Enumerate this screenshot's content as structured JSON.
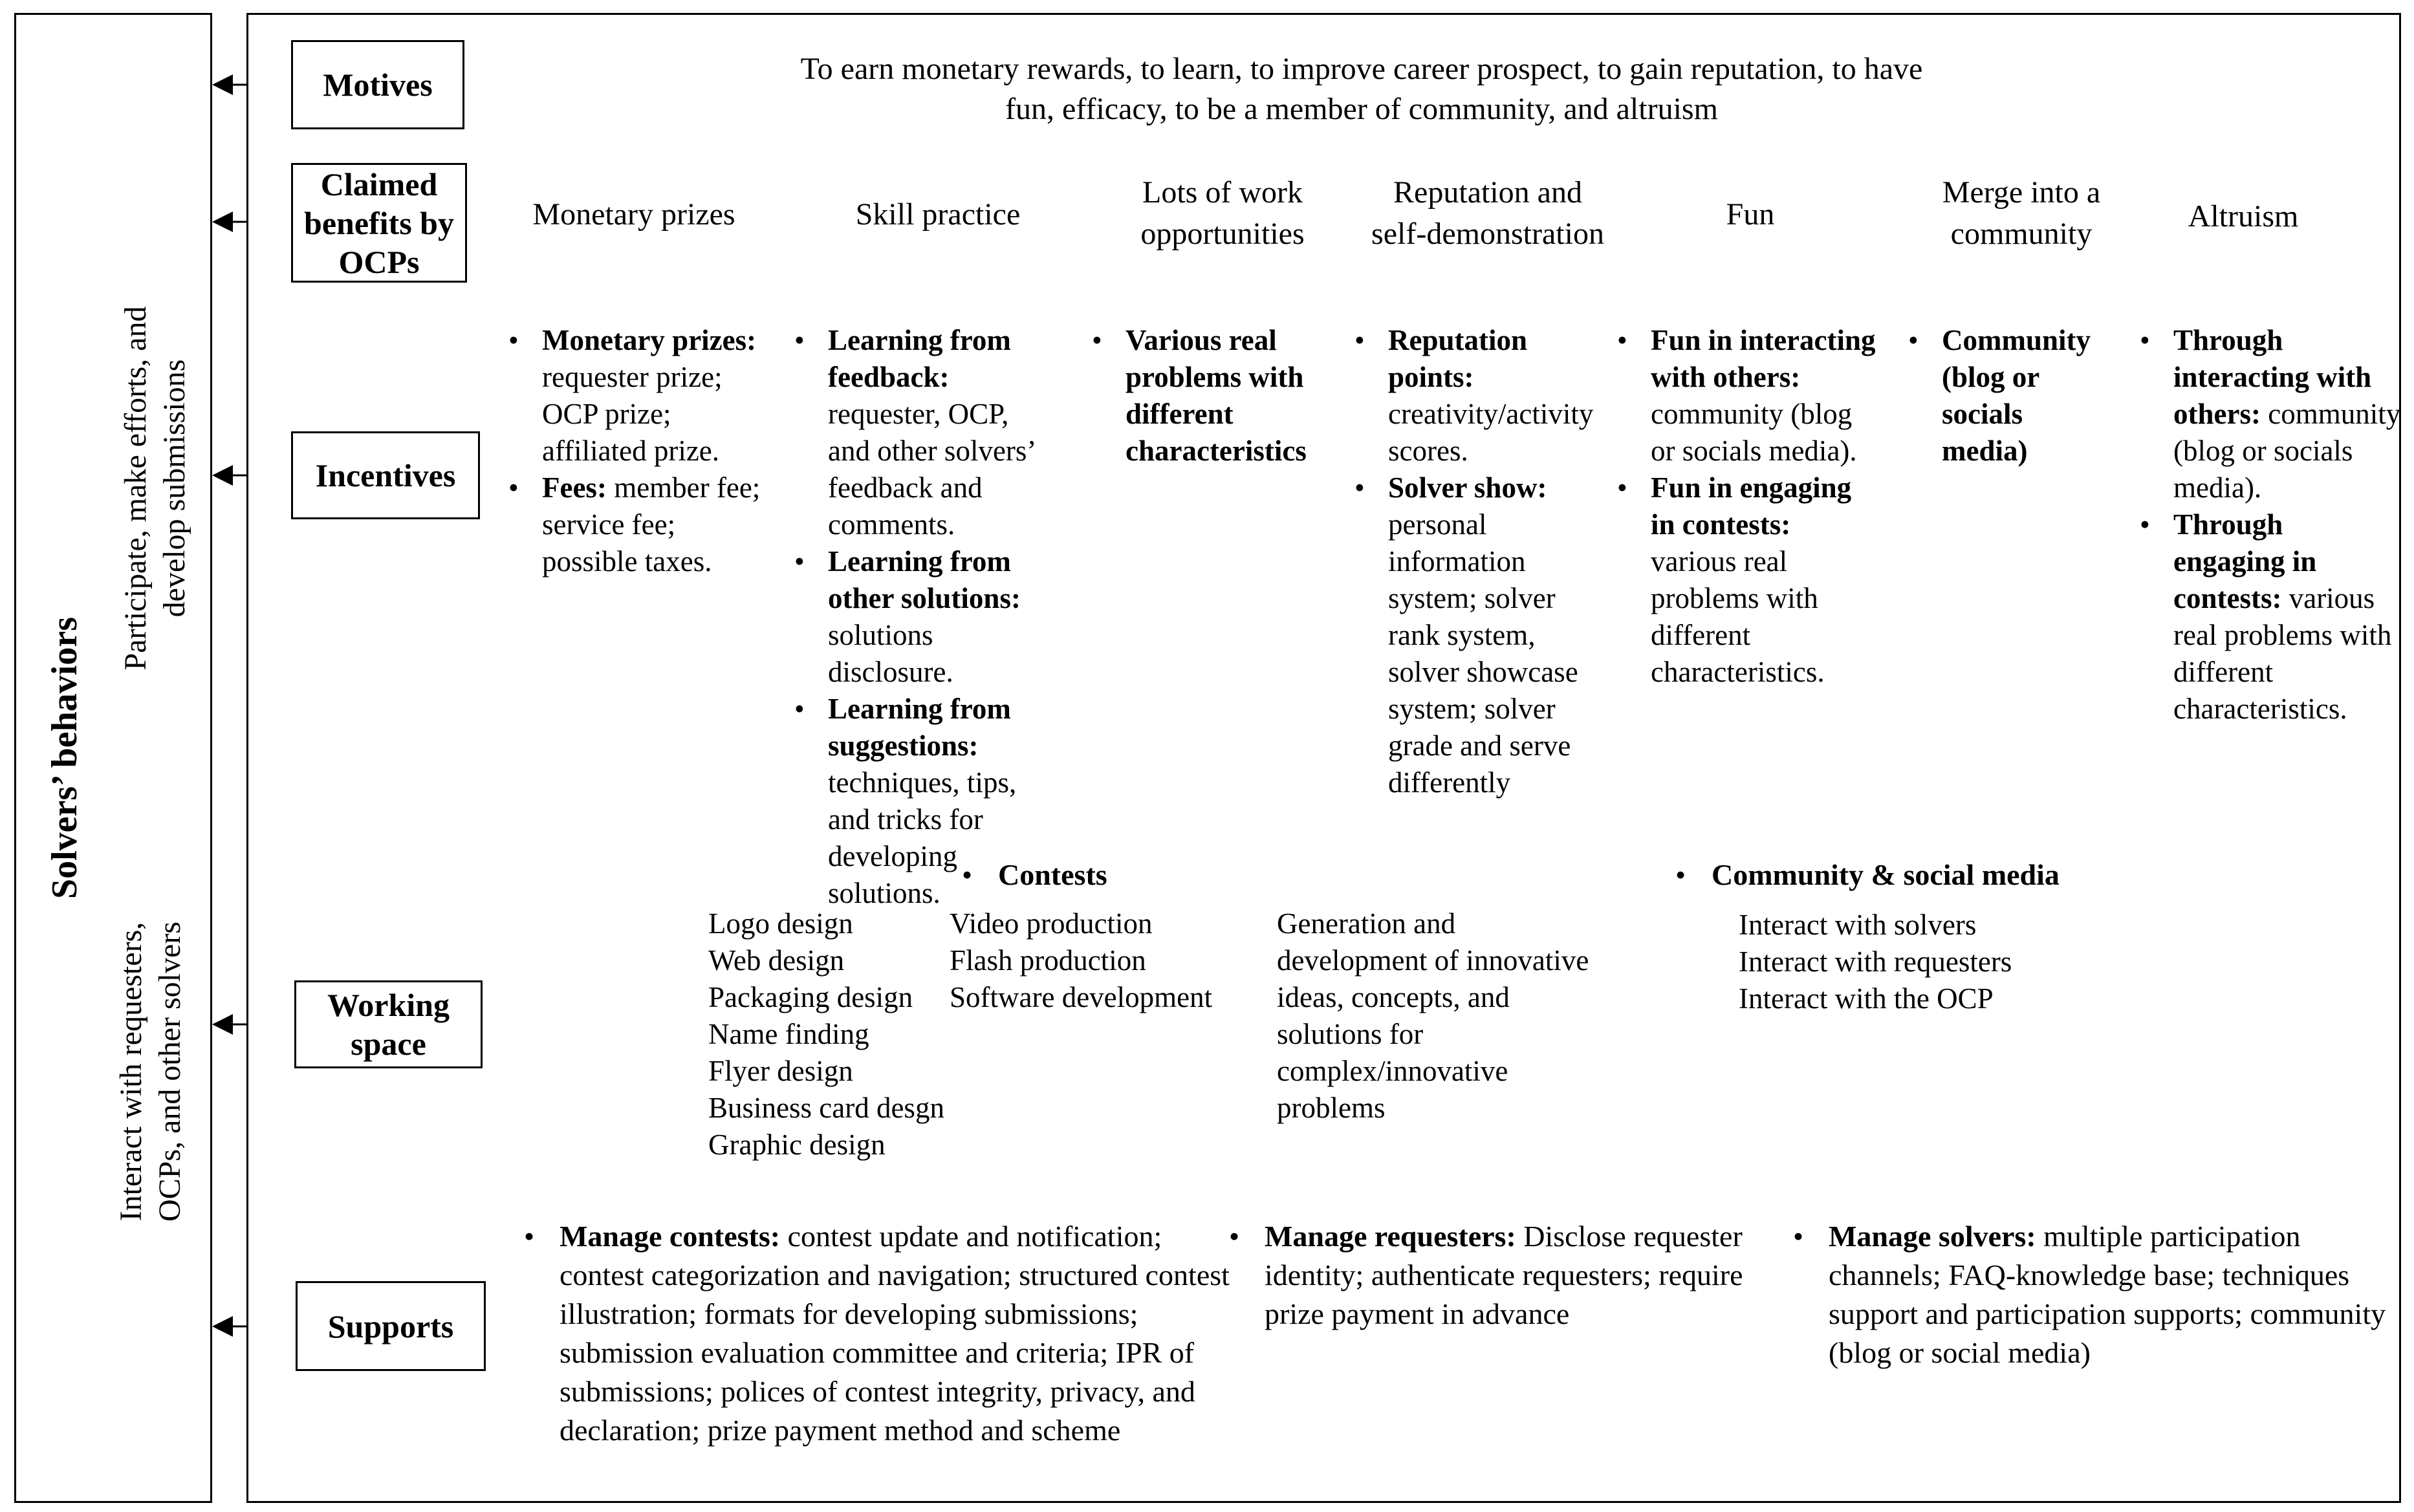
{
  "sidebar": {
    "title": "Solvers’ behaviors",
    "top_label": "Participate, make efforts, and\ndevelop submissions",
    "bottom_label": "Interact with requesters,\nOCPs, and other solvers"
  },
  "rows": {
    "motives": {
      "label": "Motives",
      "text": "To earn monetary rewards, to learn, to improve career prospect, to gain reputation, to have\nfun, efficacy, to be a member of community, and altruism"
    },
    "benefits": {
      "label": "Claimed\nbenefits by\nOCPs",
      "items": [
        "Monetary prizes",
        "Skill practice",
        "Lots of work\nopportunities",
        "Reputation and\nself-demonstration",
        "Fun",
        "Merge into a\ncommunity",
        "Altruism"
      ]
    },
    "incentives": {
      "label": "Incentives",
      "columns": [
        [
          {
            "head": "Monetary prizes:",
            "rest": " requester prize; OCP prize; affiliated prize."
          },
          {
            "head": "Fees:",
            "rest": " member fee; service fee; possible taxes."
          }
        ],
        [
          {
            "head": "Learning from feedback:",
            "rest": " requester, OCP, and other solvers’ feedback and comments."
          },
          {
            "head": "Learning from other solutions:",
            "rest": " solutions disclosure."
          },
          {
            "head": "Learning from suggestions:",
            "rest": " techniques, tips, and tricks for developing solutions."
          }
        ],
        [
          {
            "head": "Various real problems with different characteristics",
            "rest": ""
          }
        ],
        [
          {
            "head": "Reputation points:",
            "rest": " creativity/activity scores."
          },
          {
            "head": "Solver show:",
            "rest": " personal information system; solver rank system, solver showcase system; solver grade and serve differently"
          }
        ],
        [
          {
            "head": "Fun in interacting with others:",
            "rest": " community (blog or socials media)."
          },
          {
            "head": "Fun in engaging in contests:",
            "rest": " various real problems with different characteristics."
          }
        ],
        [
          {
            "head": "Community (blog or socials media)",
            "rest": ""
          }
        ],
        [
          {
            "head": "Through interacting with others:",
            "rest": " community (blog or socials media)."
          },
          {
            "head": "Through engaging in contests:",
            "rest": " various real problems with different characteristics."
          }
        ]
      ]
    },
    "working_space": {
      "label": "Working\nspace",
      "contests_heading": "Contests",
      "community_heading": "Community & social media",
      "contest_types": [
        "Logo design",
        "Web design",
        "Packaging design",
        "Name finding",
        "Flyer design",
        "Business card desgn",
        "Graphic design"
      ],
      "production_types": [
        "Video production",
        "Flash production",
        "Software development"
      ],
      "generation_text": "Generation and\ndevelopment of innovative\nideas, concepts, and\nsolutions for\ncomplex/innovative\nproblems",
      "community_actions": [
        "Interact with solvers",
        "Interact with requesters",
        "Interact with the OCP"
      ]
    },
    "supports": {
      "label": "Supports",
      "items": [
        {
          "head": "Manage contests:",
          "rest": " contest update and notification; contest categorization and navigation; structured contest illustration; formats for developing submissions; submission evaluation committee and criteria; IPR of submissions; polices of contest integrity, privacy, and declaration; prize payment method and scheme"
        },
        {
          "head": "Manage requesters:",
          "rest": " Disclose requester identity; authenticate requesters; require prize payment in advance"
        },
        {
          "head": "Manage solvers:",
          "rest": "  multiple participation channels; FAQ-knowledge base; techniques support and participation supports; community (blog or social media)"
        }
      ]
    }
  },
  "colors": {
    "ink": "#000000",
    "background": "#ffffff"
  }
}
